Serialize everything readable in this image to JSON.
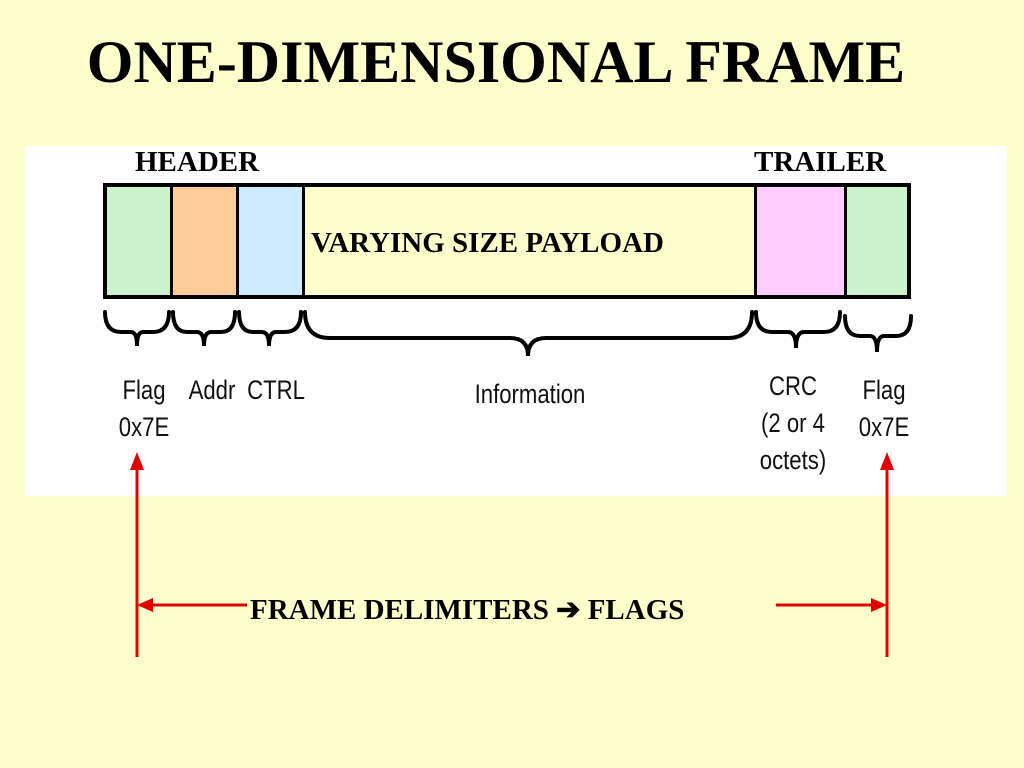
{
  "title": "ONE-DIMENSIONAL FRAME",
  "labels": {
    "header": "HEADER",
    "trailer": "TRAILER"
  },
  "segments": [
    {
      "key": "flag_start",
      "color": "#CCF2CC"
    },
    {
      "key": "addr",
      "color": "#FFCC99"
    },
    {
      "key": "ctrl",
      "color": "#CCEBFF"
    },
    {
      "key": "payload",
      "color": "#FFFFCC",
      "text": "VARYING SIZE PAYLOAD"
    },
    {
      "key": "crc",
      "color": "#FFCCFF"
    },
    {
      "key": "flag_end",
      "color": "#CCF2CC"
    }
  ],
  "fields": {
    "flag_start": [
      "Flag",
      "0x7E"
    ],
    "addr": [
      "Addr"
    ],
    "ctrl": [
      "CTRL"
    ],
    "information": [
      "Information"
    ],
    "crc": [
      "CRC",
      "(2 or 4",
      "octets)"
    ],
    "flag_end": [
      "Flag",
      "0x7E"
    ]
  },
  "delimiter_text": "FRAME DELIMITERS ➔ FLAGS",
  "colors": {
    "background": "#FFFFCC",
    "arrow": "#E00000"
  }
}
